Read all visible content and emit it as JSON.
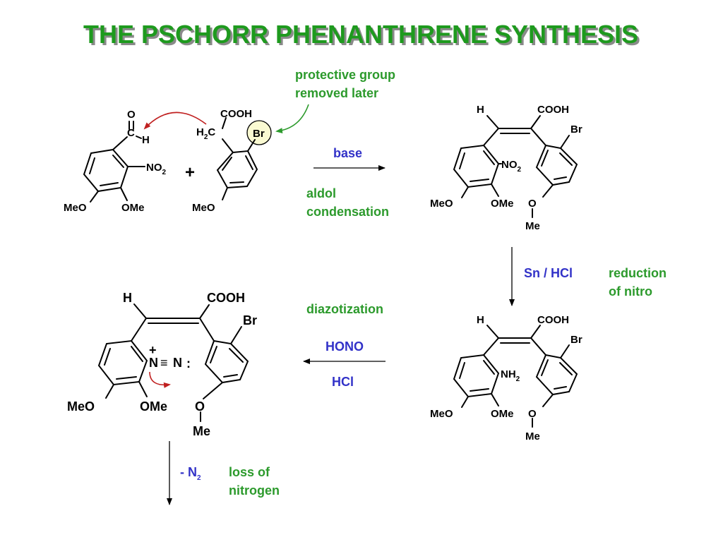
{
  "title": "THE PSCHORR PHENANTHRENE SYNTHESIS",
  "colors": {
    "title": "#1e9a1e",
    "annotation": "#2c9a2c",
    "reagent": "#3232c8",
    "curved_arrow": "#c02020",
    "br_highlight": "#fafad2"
  },
  "notes": {
    "protective_line1": "protective group",
    "protective_line2": "removed later",
    "aldol_line1": "aldol",
    "aldol_line2": "condensation",
    "reduction_line1": "reduction",
    "reduction_line2": "of nitro",
    "diazotization": "diazotization",
    "loss_line1": "loss of",
    "loss_line2": "nitrogen"
  },
  "reagents": {
    "base": "base",
    "sn_hcl": "Sn / HCl",
    "hono": "HONO",
    "hcl": "HCl",
    "minus_n2_prefix": "- N",
    "minus_n2_sub": "2"
  },
  "labels": {
    "O": "O",
    "C": "C",
    "H": "H",
    "NO": "NO",
    "sub2": "2",
    "MeO": "MeO",
    "OMe": "OMe",
    "COOH": "COOH",
    "Br": "Br",
    "Me": "Me",
    "NH": "NH",
    "N": "N",
    "plus": "+",
    "colon": ":",
    "triple": "≡"
  }
}
